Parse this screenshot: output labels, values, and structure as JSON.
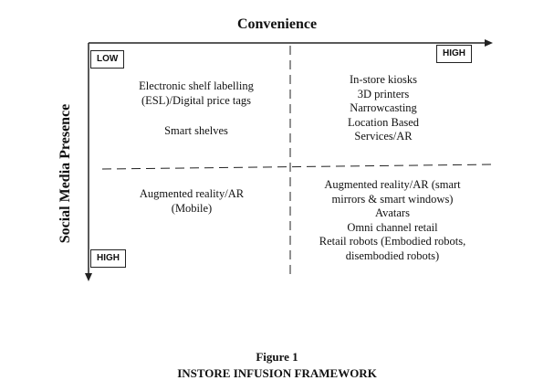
{
  "framework": {
    "x_axis_title": "Convenience",
    "y_axis_title": "Social Media Presence",
    "x_low_label": "LOW",
    "x_high_label": "HIGH",
    "y_high_label": "HIGH",
    "quadrants": {
      "low_conv_low_social": [
        "Electronic shelf labelling",
        "(ESL)/Digital price tags",
        "",
        "Smart shelves"
      ],
      "high_conv_low_social": [
        "In-store kiosks",
        "3D printers",
        "Narrowcasting",
        "Location Based",
        "Services/AR"
      ],
      "low_conv_high_social": [
        "Augmented reality/AR",
        "(Mobile)"
      ],
      "high_conv_high_social": [
        "Augmented reality/AR (smart",
        "mirrors & smart windows)",
        "Avatars",
        "Omni channel retail",
        "Retail robots (Embodied robots,",
        "disembodied robots)"
      ]
    }
  },
  "caption": {
    "figure_label": "Figure 1",
    "title": "INSTORE INFUSION FRAMEWORK"
  }
}
